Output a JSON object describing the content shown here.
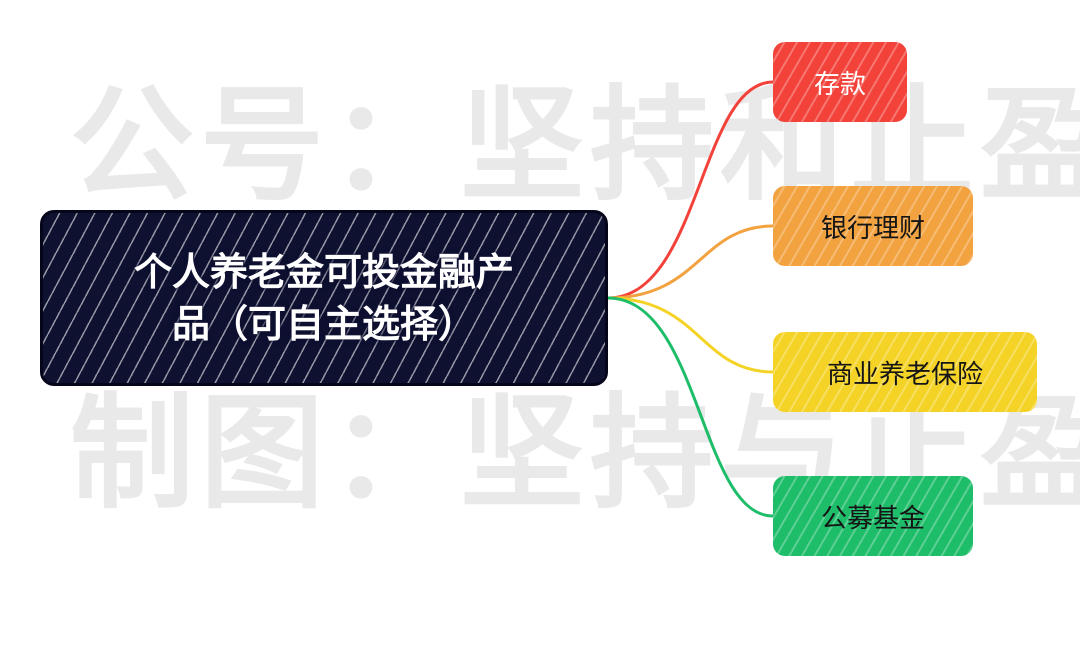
{
  "watermark": {
    "line1": "公号：坚持和止盈",
    "line2": "制图：坚持与止盈"
  },
  "root": {
    "label_line1": "个人养老金可投金融产",
    "label_line2": "品（可自主选择）",
    "fill_color": "#0f1131"
  },
  "branches": [
    {
      "label": "存款",
      "color": "#f2423a"
    },
    {
      "label": "银行理财",
      "color": "#f3a240"
    },
    {
      "label": "商业养老保险",
      "color": "#f4d326"
    },
    {
      "label": "公募基金",
      "color": "#1ebd6a"
    }
  ]
}
